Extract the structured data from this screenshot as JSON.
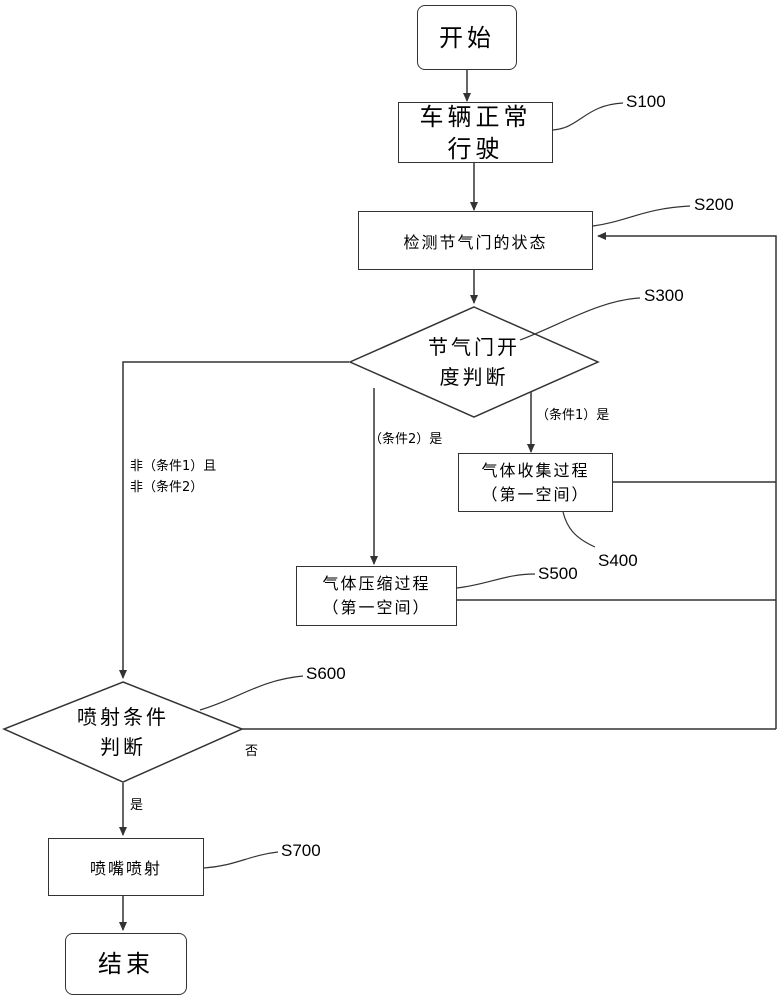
{
  "nodes": {
    "start": "开始",
    "s100": "车辆正常行驶",
    "s200": "检测节气门的状态",
    "s300_line1": "节气门开",
    "s300_line2": "度判断",
    "s400_line1": "气体收集过程",
    "s400_line2": "（第一空间）",
    "s500_line1": "气体压缩过程",
    "s500_line2": "（第一空间）",
    "s600_line1": "喷射条件",
    "s600_line2": "判断",
    "s700": "喷嘴喷射",
    "end": "结束"
  },
  "step_labels": {
    "s100": "S100",
    "s200": "S200",
    "s300": "S300",
    "s400": "S400",
    "s500": "S500",
    "s600": "S600",
    "s700": "S700"
  },
  "edge_labels": {
    "cond1": "（条件1）是",
    "cond2": "（条件2）是",
    "neither_line1": "非（条件1）且",
    "neither_line2": "非（条件2）",
    "no": "否",
    "yes": "是"
  },
  "colors": {
    "line": "#333333",
    "background": "#ffffff"
  }
}
